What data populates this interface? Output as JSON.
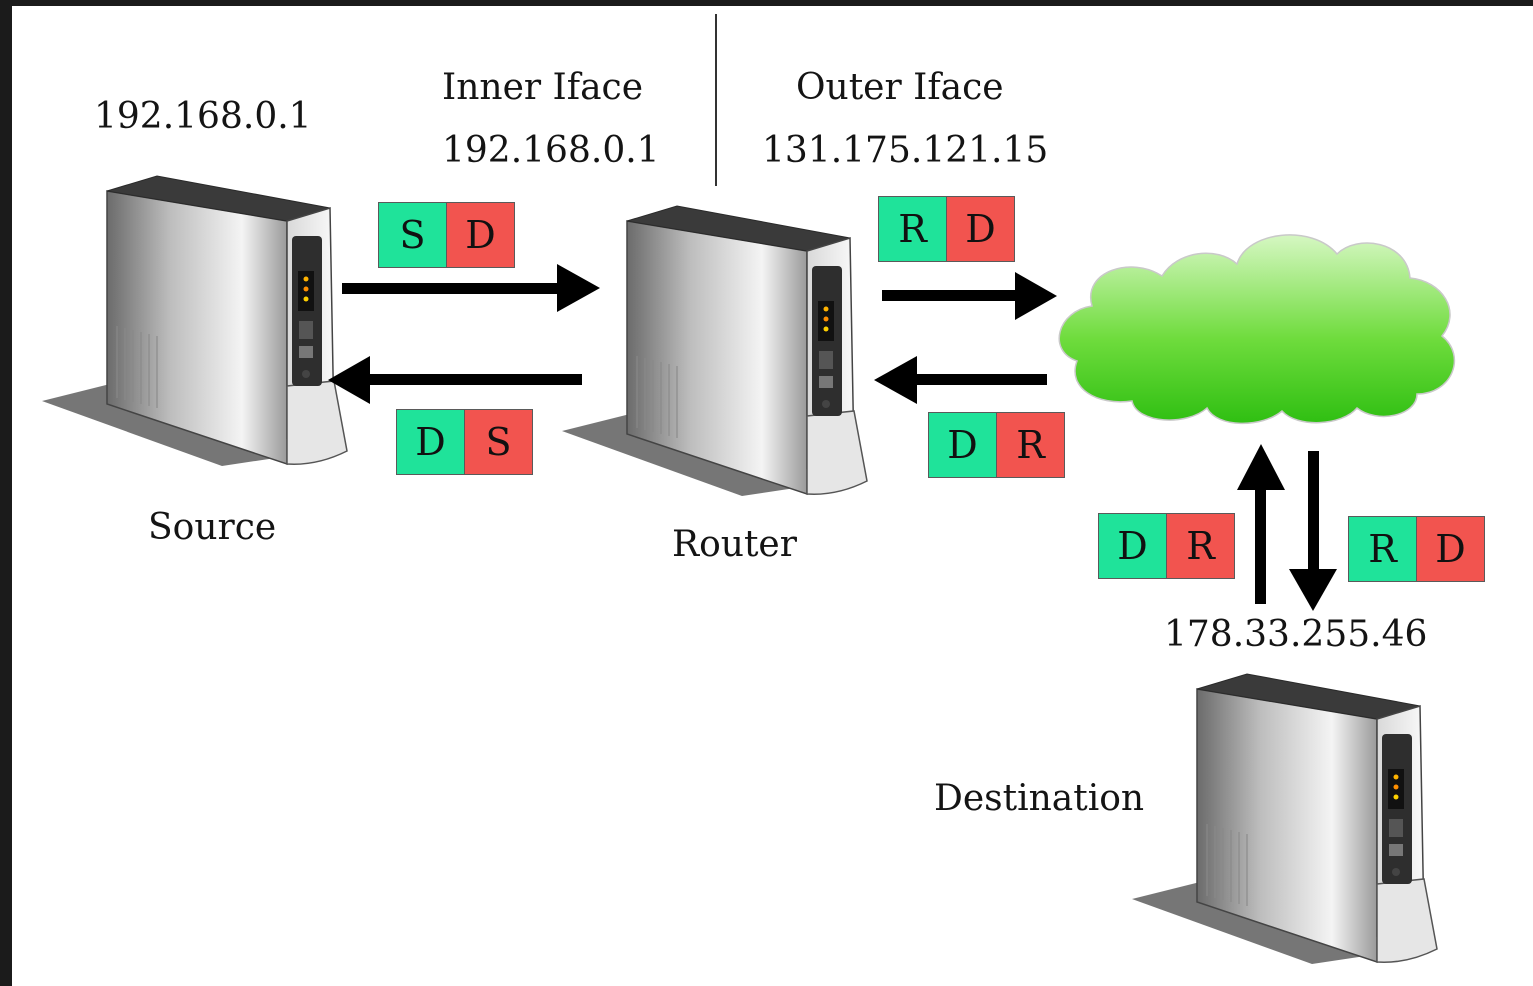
{
  "colors": {
    "header_green": "#1fe39a",
    "header_red": "#f2544f",
    "cloud_light": "#d6f7c2",
    "cloud_dark": "#2fbf12",
    "arrow": "#000000"
  },
  "nodes": {
    "source": {
      "name": "Source",
      "ip": "192.168.0.1",
      "icon": "desktop-tower-icon"
    },
    "router": {
      "name": "Router",
      "icon": "desktop-tower-icon",
      "inner_label": "Inner Iface",
      "inner_ip": "192.168.0.1",
      "outer_label": "Outer Iface",
      "outer_ip": "131.175.121.15"
    },
    "internet": {
      "icon": "cloud-icon"
    },
    "destination": {
      "name": "Destination",
      "ip": "178.33.255.46",
      "icon": "desktop-tower-icon"
    }
  },
  "packets": [
    {
      "id": "source-to-router",
      "cells": [
        {
          "text": "S",
          "color": "green"
        },
        {
          "text": "D",
          "color": "red"
        }
      ]
    },
    {
      "id": "router-to-source",
      "cells": [
        {
          "text": "D",
          "color": "green"
        },
        {
          "text": "S",
          "color": "red"
        }
      ]
    },
    {
      "id": "router-to-cloud",
      "cells": [
        {
          "text": "R",
          "color": "green"
        },
        {
          "text": "D",
          "color": "red"
        }
      ]
    },
    {
      "id": "cloud-to-router",
      "cells": [
        {
          "text": "D",
          "color": "green"
        },
        {
          "text": "R",
          "color": "red"
        }
      ]
    },
    {
      "id": "destination-to-cloud",
      "cells": [
        {
          "text": "D",
          "color": "green"
        },
        {
          "text": "R",
          "color": "red"
        }
      ]
    },
    {
      "id": "cloud-to-destination",
      "cells": [
        {
          "text": "R",
          "color": "green"
        },
        {
          "text": "D",
          "color": "red"
        }
      ]
    }
  ]
}
